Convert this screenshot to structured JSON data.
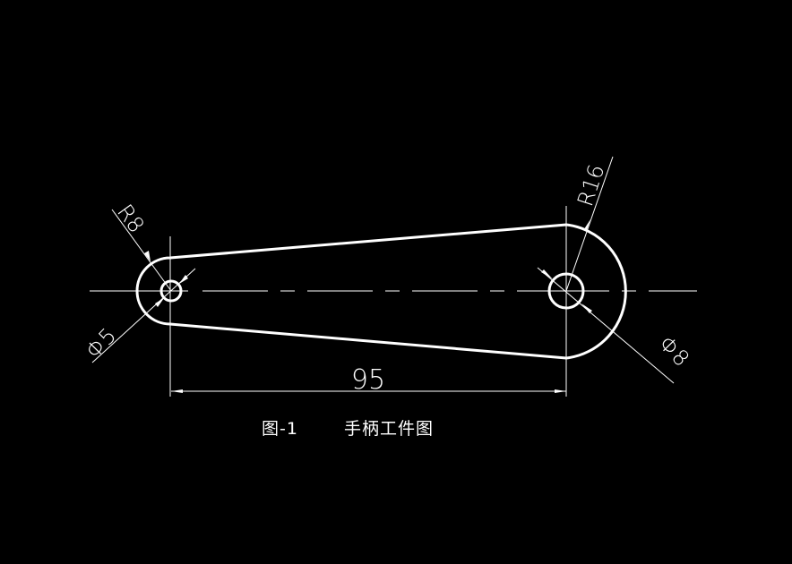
{
  "drawing": {
    "background": "#000000",
    "line_color": "#ffffff",
    "part": {
      "name": "handle",
      "left_hole_diameter_label": "Φ5",
      "left_arc_radius_label": "R8",
      "right_hole_diameter_label": "Φ8",
      "right_arc_radius_label": "R16",
      "center_distance_label": "95"
    },
    "caption": {
      "figure_number": "图-1",
      "title": "手柄工件图"
    }
  }
}
